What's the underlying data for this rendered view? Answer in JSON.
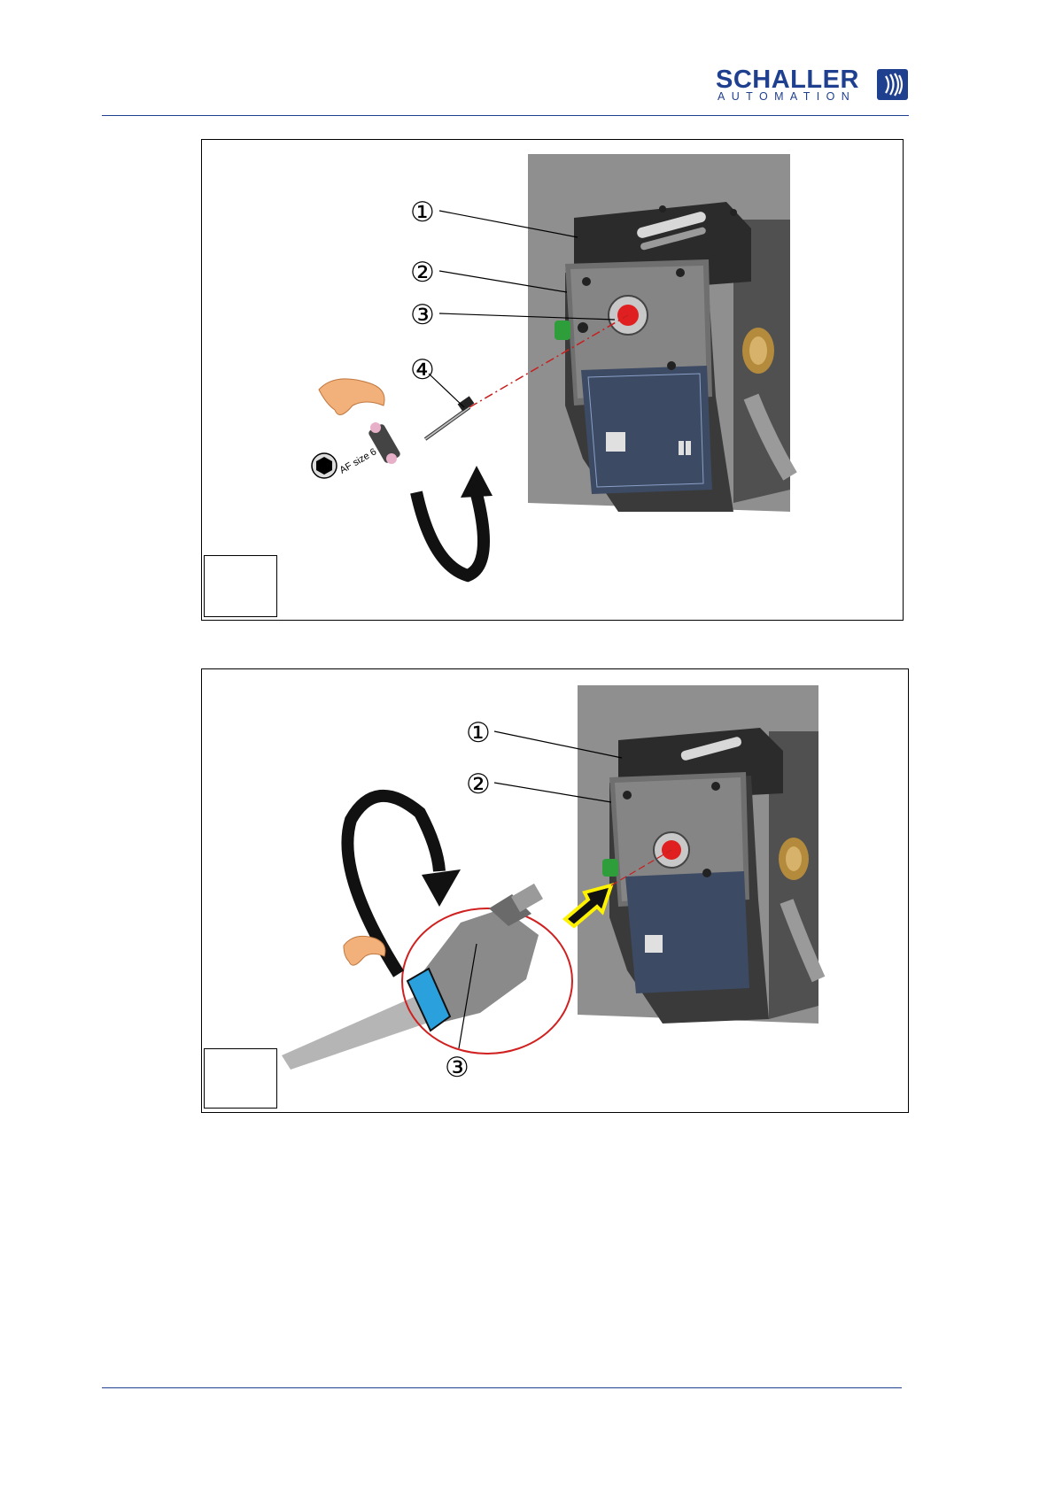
{
  "header": {
    "logo_name": "SCHALLER",
    "logo_tagline": "AUTOMATION",
    "logo_icon": "schaller-wave-logo-icon",
    "brand_color": "#1f3f8f"
  },
  "figure1": {
    "callouts": [
      "①",
      "②",
      "③",
      "④"
    ],
    "tool_label": "AF size 6",
    "step_label": ""
  },
  "figure2": {
    "callouts": [
      "①",
      "②",
      "③"
    ],
    "step_label": ""
  },
  "colors": {
    "highlight_red": "#e02020",
    "connector_blue": "#2aa0dc",
    "arrow_yellow": "#fff200",
    "knob_green": "#2e9e3a"
  }
}
